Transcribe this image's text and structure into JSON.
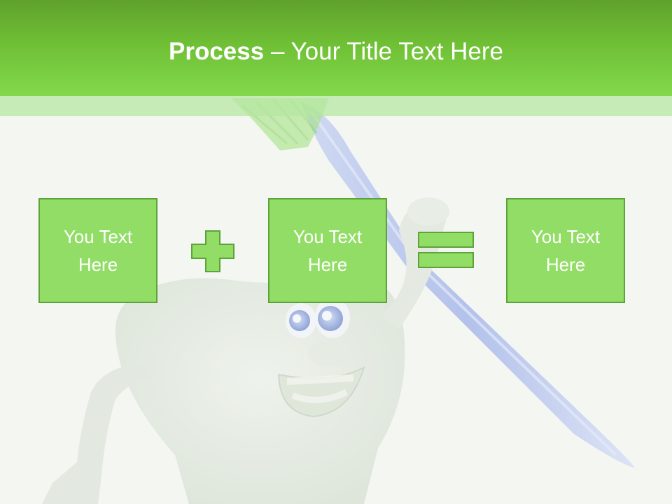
{
  "title": {
    "bold": "Process",
    "rest": " – Your Title Text Here"
  },
  "boxes": [
    {
      "label": "You Text Here"
    },
    {
      "label": "You Text Here"
    },
    {
      "label": "You Text Here"
    }
  ],
  "operators": {
    "first": "plus-icon",
    "second": "equals-icon"
  },
  "colors": {
    "header_dark": "#5fa12c",
    "header_light": "#82d94b",
    "box_fill": "#92dd66",
    "box_border": "#5ea23a",
    "text": "#ffffff"
  },
  "background_illustration": "tooth-cartoon-with-toothbrush"
}
